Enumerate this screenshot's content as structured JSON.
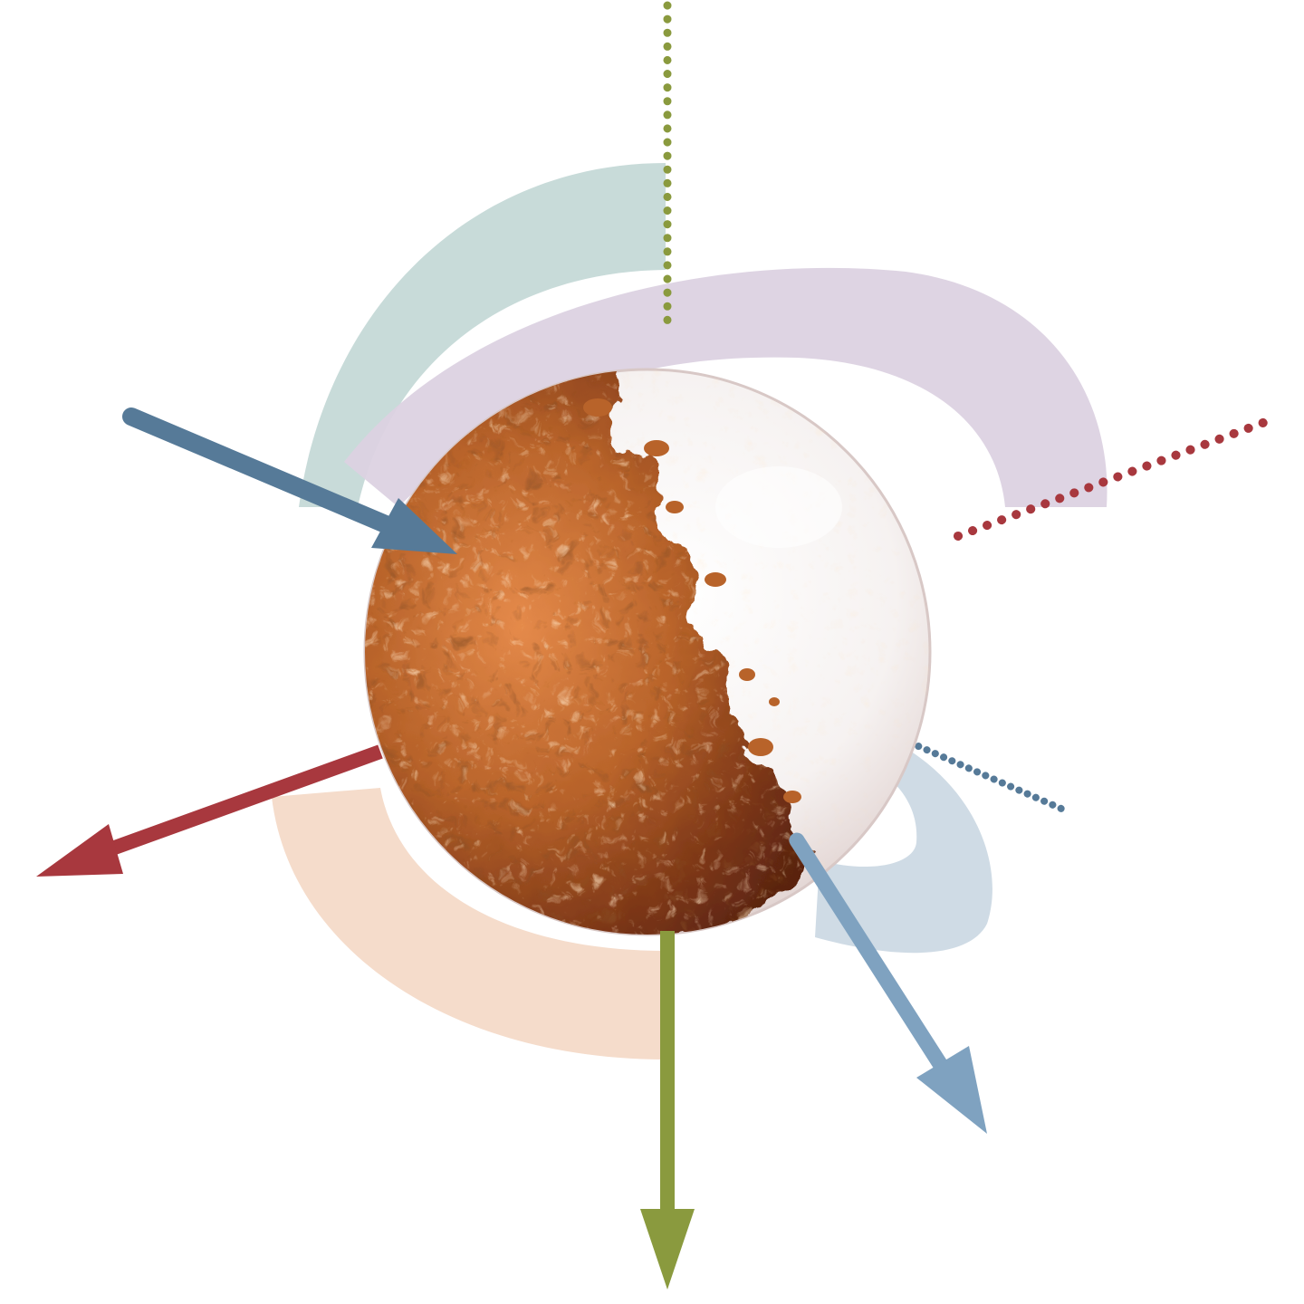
{
  "colors": {
    "background": "#ffffff",
    "copper_base": "#b8632a",
    "copper_highlight": "#f3b27a",
    "copper_shadow": "#5a2410",
    "glass_base": "#f4efee",
    "glass_edge": "#c9b8b6",
    "axis_olive": "#8a9a3e",
    "axis_red": "#a8383e",
    "axis_slate_blue": "#567a98",
    "axis_light_blue": "#7fa2c0",
    "dotted_olive": "#8a9a3e",
    "dotted_red": "#a8383e",
    "dotted_blue": "#567a98",
    "band_teal": "#c8dbd9",
    "band_lavender": "#dcd2e2",
    "band_peach": "#f5dccb",
    "band_blue_gray": "#cfdbe5"
  },
  "elements": {
    "sphere": "half-copper-half-glass-sphere",
    "axes": [
      "olive-vertical-axis",
      "red-axis",
      "slate-blue-incoming-axis",
      "light-blue-axis"
    ],
    "rotation_bands": [
      "teal-rotation-band",
      "lavender-rotation-band",
      "peach-rotation-band",
      "blue-gray-rotation-band"
    ]
  }
}
